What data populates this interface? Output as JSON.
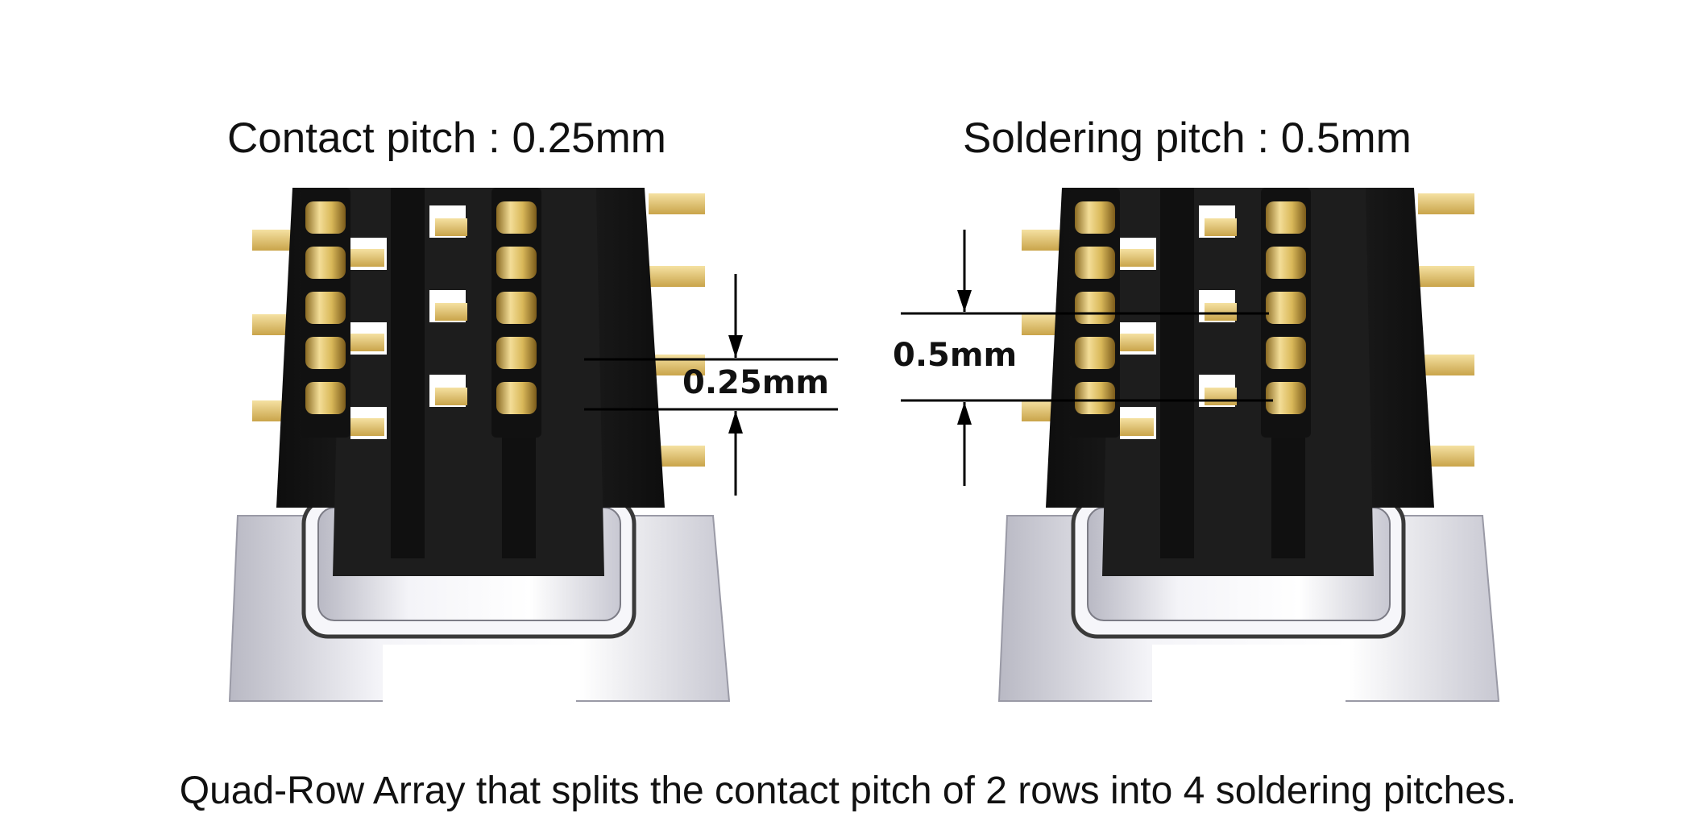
{
  "titles": {
    "left": "Contact pitch : 0.25mm",
    "right": "Soldering pitch : 0.5mm"
  },
  "dimensions": {
    "left": "0.25mm",
    "right": "0.5mm"
  },
  "caption": "Quad-Row Array that splits the contact pitch of 2 rows into 4 soldering pitches.",
  "colors": {
    "gold": "#d9b85a",
    "gold_light": "#f3dd97",
    "housing": "#1b1b1b",
    "housing_mid": "#2b2b2b",
    "metal": "#e6e6ec",
    "metal_shadow": "#a9a9b3",
    "line": "#000000"
  },
  "connectors": [
    {
      "name": "connector-left"
    },
    {
      "name": "connector-right"
    }
  ]
}
